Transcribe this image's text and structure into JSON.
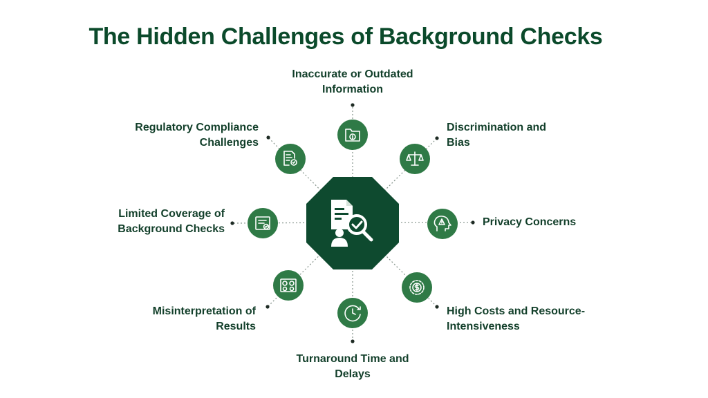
{
  "title": "The Hidden Challenges of Background Checks",
  "colors": {
    "title": "#0b4a2b",
    "hub": "#0e4a2f",
    "node": "#2f7a46",
    "line": "#8c9a92",
    "dot": "#1e2b24"
  },
  "hub": {
    "icon": "document-search-person-icon"
  },
  "challenges": [
    {
      "lines": [
        "Inaccurate or Outdated",
        "Information"
      ],
      "icon": "folder-alert-icon"
    },
    {
      "lines": [
        "Discrimination and",
        "Bias"
      ],
      "icon": "scales-icon"
    },
    {
      "lines": [
        "Privacy Concerns"
      ],
      "icon": "head-alert-icon"
    },
    {
      "lines": [
        "High Costs and Resource-",
        "Intensiveness"
      ],
      "icon": "gear-dollar-icon"
    },
    {
      "lines": [
        "Turnaround Time and",
        "Delays"
      ],
      "icon": "clock-icon"
    },
    {
      "lines": [
        "Misinterpretation of",
        "Results"
      ],
      "icon": "results-grid-icon"
    },
    {
      "lines": [
        "Limited Coverage of",
        "Background Checks"
      ],
      "icon": "certificate-icon"
    },
    {
      "lines": [
        "Regulatory Compliance",
        "Challenges"
      ],
      "icon": "compliance-document-icon"
    }
  ]
}
